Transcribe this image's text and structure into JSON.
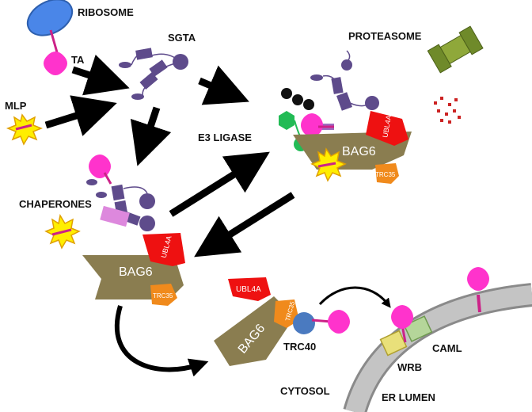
{
  "labels": {
    "ribosome": "RIBOSOME",
    "ta": "TA",
    "sgta": "SGTA",
    "mlp": "MLP",
    "proteasome": "PROTEASOME",
    "e3_ligase": "E3 LIGASE",
    "chaperones": "CHAPERONES",
    "trc40": "TRC40",
    "caml": "CAML",
    "wrb": "WRB",
    "cytosol": "CYTOSOL",
    "er_lumen": "ER LUMEN"
  },
  "complex_tags": {
    "bag6": "BAG6",
    "ubl4a": "UBL4A",
    "trc35": "TRC35"
  },
  "colors": {
    "ribosome": "#4a86e8",
    "ta_substrate": "#ff33cc",
    "hydrophobic_segment": "#cc2288",
    "sgta_body": "#5e4b8b",
    "bag6": "#8a7d50",
    "ubl4a": "#ee1111",
    "trc35": "#f08a1c",
    "trc40": "#4a7ac0",
    "proteasome": "#6f8a2a",
    "e3_ligase": "#22bb55",
    "ubiquitin": "#111111",
    "chaperone": "#dd88dd",
    "mlp_burst": "#ffee00",
    "wrb": "#e9e07a",
    "caml": "#b5d69a",
    "membrane": "#b0b0b0",
    "peptide_fragments": "#cc2222"
  }
}
